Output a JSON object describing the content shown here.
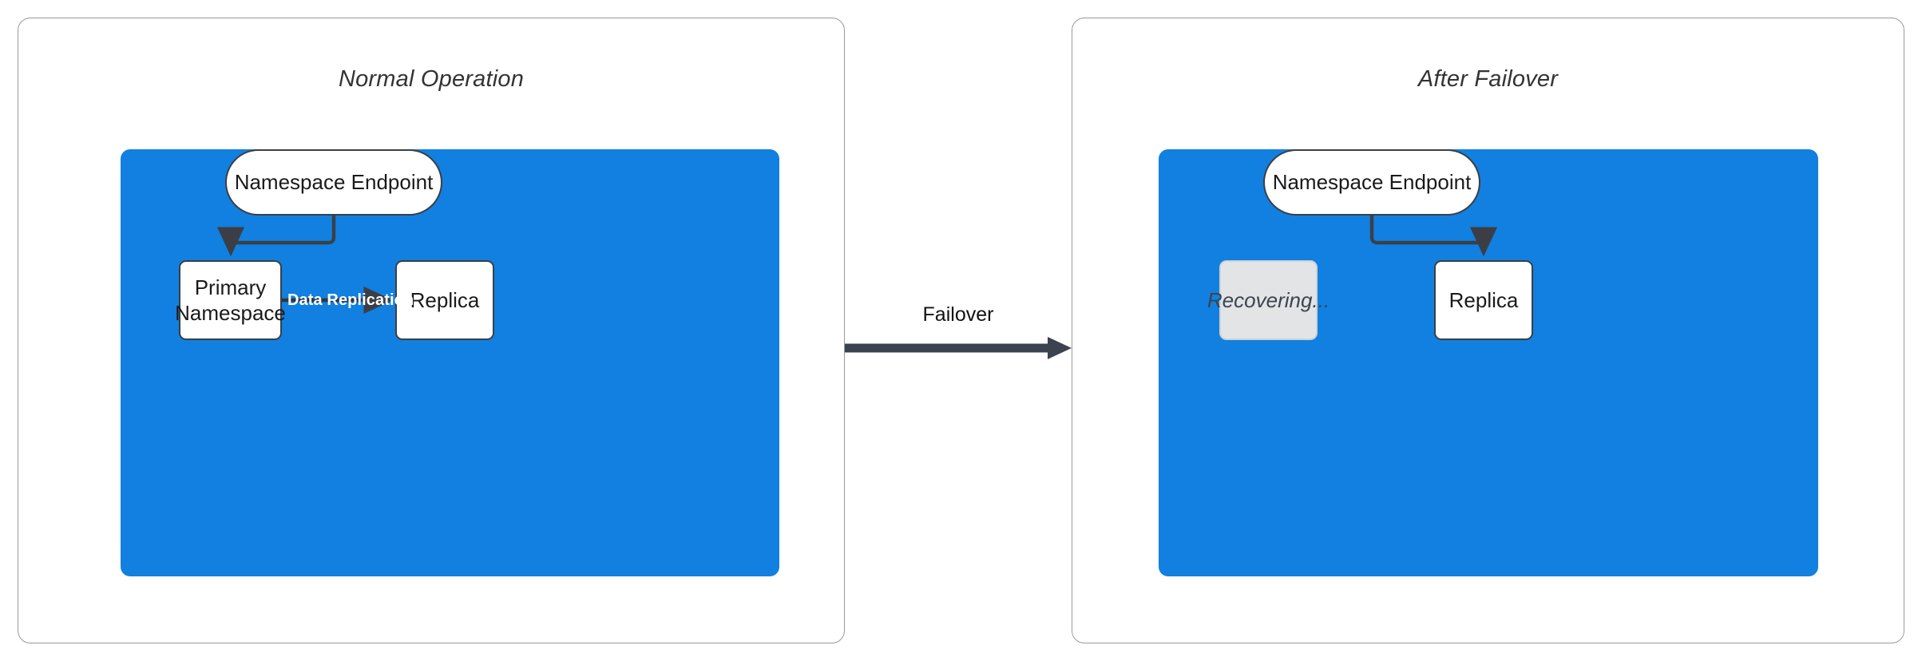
{
  "diagram": {
    "type": "architecture-flow",
    "background": "#ffffff",
    "accent_color": "#1180e0",
    "node_border_color": "#3b3f45",
    "edge_color": "#3b3f45",
    "recovering_fill": "#e2e4e6",
    "edge_label_color": "#ffffff"
  },
  "panels": [
    {
      "id": "normal-operation",
      "title": "Normal Operation",
      "nodes": [
        {
          "id": "endpoint",
          "label": "Namespace Endpoint",
          "shape": "pill",
          "state": "active"
        },
        {
          "id": "primary",
          "label": "Primary\nNamespace",
          "label_lines": [
            "Primary",
            "Namespace"
          ],
          "shape": "box",
          "state": "active"
        },
        {
          "id": "replica",
          "label": "Replica",
          "shape": "box",
          "state": "active"
        }
      ],
      "edges": [
        {
          "from": "endpoint",
          "to": "primary",
          "label": "",
          "style": "elbow-arrow"
        },
        {
          "from": "primary",
          "to": "replica",
          "label": "Data Replication",
          "style": "straight-arrow"
        }
      ]
    },
    {
      "id": "after-failover",
      "title": "After Failover",
      "nodes": [
        {
          "id": "endpoint2",
          "label": "Namespace Endpoint",
          "shape": "pill",
          "state": "active"
        },
        {
          "id": "recovering",
          "label": "Recovering...",
          "shape": "box",
          "state": "recovering"
        },
        {
          "id": "replica2",
          "label": "Replica",
          "shape": "box",
          "state": "active"
        }
      ],
      "edges": [
        {
          "from": "endpoint2",
          "to": "replica2",
          "label": "",
          "style": "elbow-arrow"
        }
      ]
    }
  ],
  "transition": {
    "label": "Failover",
    "direction": "left-to-right",
    "style": "thick-arrow"
  }
}
